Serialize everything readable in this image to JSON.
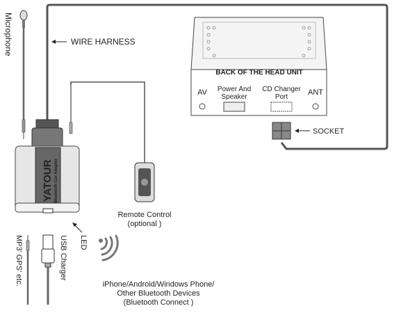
{
  "labels": {
    "microphone": "Microphone",
    "wire_harness": "WIRE HARNESS",
    "head_unit_title": "BACK OF THE HEAD UNIT",
    "av": "AV",
    "power_line1": "Power And",
    "power_line2": "Speaker",
    "cd_line1": "CD Changer",
    "cd_line2": "Port",
    "ant": "ANT",
    "socket": "SOCKET",
    "remote_line1": "Remote Control",
    "remote_line2": "(optional )",
    "led": "LED",
    "usb_charger": "USB Charger",
    "mp3": "MP3’ GPS’ etc.",
    "bt_line1": "iPhone/Android/Windows Phone/",
    "bt_line2": "Other Bluetooth Devices",
    "bt_line3": "(Bluetooth Connect )"
  },
  "device": {
    "brand": "YATOUR",
    "subtitle": "Bluetooth Car Adapter"
  }
}
